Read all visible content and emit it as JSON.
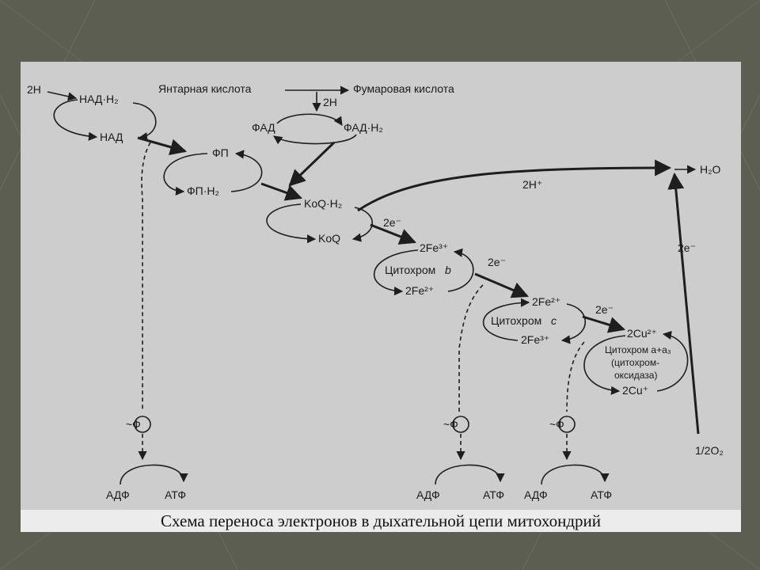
{
  "caption": "Схема переноса электронов в дыхательной цепи митохондрий",
  "labels": {
    "h2_in": "2Н",
    "nad_h2": "НАД·Н₂",
    "nad": "НАД",
    "succinic": "Янтарная кислота",
    "fumaric": "Фумаровая кислота",
    "h2_fad": "2Н",
    "fad": "ФАД",
    "fad_h2": "ФАД·Н₂",
    "fp": "ФП",
    "fp_h2": "ФП·Н₂",
    "koq_h2": "KoQ·H₂",
    "koq": "KoQ",
    "e_koq": "2е⁻",
    "h_plus": "2Н⁺",
    "h2o": "Н₂О",
    "fe3_b": "2Fe³⁺",
    "cyt_b_name": "Цитохром",
    "cyt_b_letter": "b",
    "fe2_b": "2Fe²⁺",
    "e_b": "2е⁻",
    "fe2_c": "2Fe²⁺",
    "cyt_c_name": "Цитохром",
    "cyt_c_letter": "c",
    "fe3_c": "2Fe³⁺",
    "e_c": "2е⁻",
    "cu2": "2Cu²⁺",
    "cyt_a_line1": "Цитохром а+а₃",
    "cyt_a_line2": "(цитохром-",
    "cyt_a_line3": "оксидаза)",
    "cu1": "2Cu⁺",
    "e_o2": "2е⁻",
    "o2": "1/2O₂",
    "phi_1": "~Ф",
    "phi_2": "~Ф",
    "phi_3": "~Ф",
    "adf_1": "АДФ",
    "atf_1": "АТФ",
    "adf_2": "АДФ",
    "atf_2": "АТФ",
    "adf_3": "АДФ",
    "atf_3": "АТФ"
  }
}
